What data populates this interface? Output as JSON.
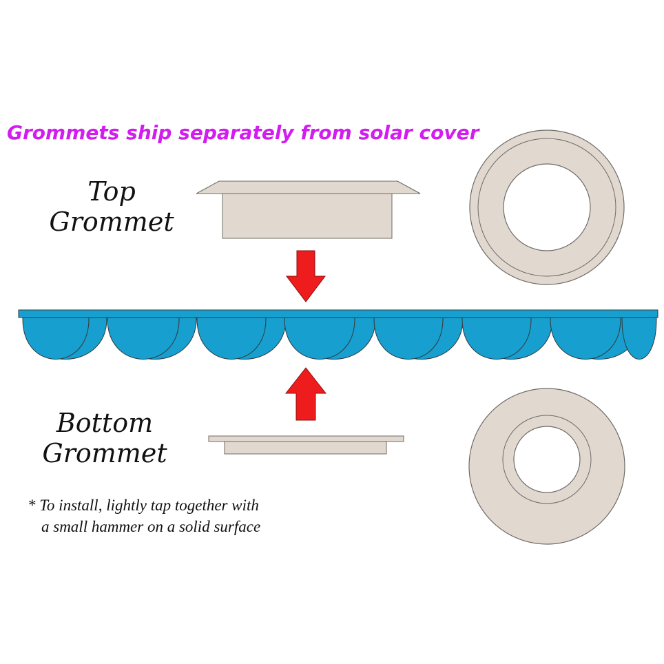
{
  "headline": "Grommets ship separately from solar cover",
  "top_label": {
    "line1": "Top",
    "line2": "Grommet"
  },
  "bottom_label": {
    "line1": "Bottom",
    "line2": "Grommet"
  },
  "install_note": {
    "line1": "* To install, lightly tap together with",
    "line2": "a small hammer on a solid surface"
  },
  "colors": {
    "headline": "#d21cf0",
    "grommet_fill": "#e1d9d0",
    "grommet_stroke": "#6e6a66",
    "cover_blue": "#169fcf",
    "arrow_red": "#ee1c1c"
  }
}
